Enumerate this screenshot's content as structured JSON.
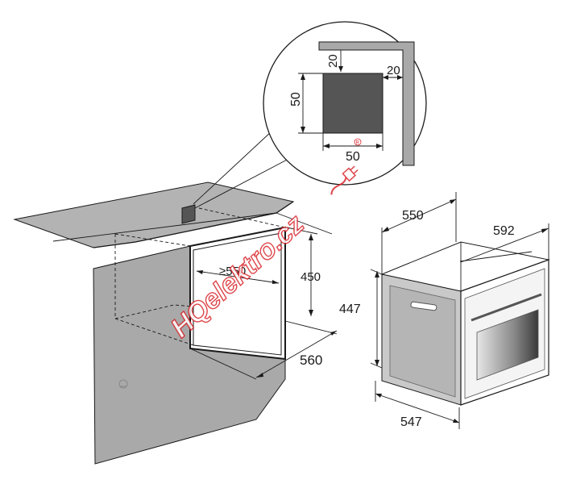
{
  "detail": {
    "dim_top": "20",
    "dim_right": "20",
    "dim_left": "50",
    "dim_bottom": "50"
  },
  "niche": {
    "dim_width": "≥550",
    "dim_height": "450",
    "dim_depth": "560"
  },
  "oven": {
    "dim_depth": "550",
    "dim_width": "592",
    "dim_height": "447",
    "dim_bottom": "547"
  },
  "watermark": {
    "text": "HQelektro.cz",
    "color": "#d9262c"
  },
  "colors": {
    "panel_gray": "#a9a9a9",
    "counter_gray": "#b3b3b3",
    "vent_gray": "#555555",
    "line": "#1a1a1a"
  }
}
